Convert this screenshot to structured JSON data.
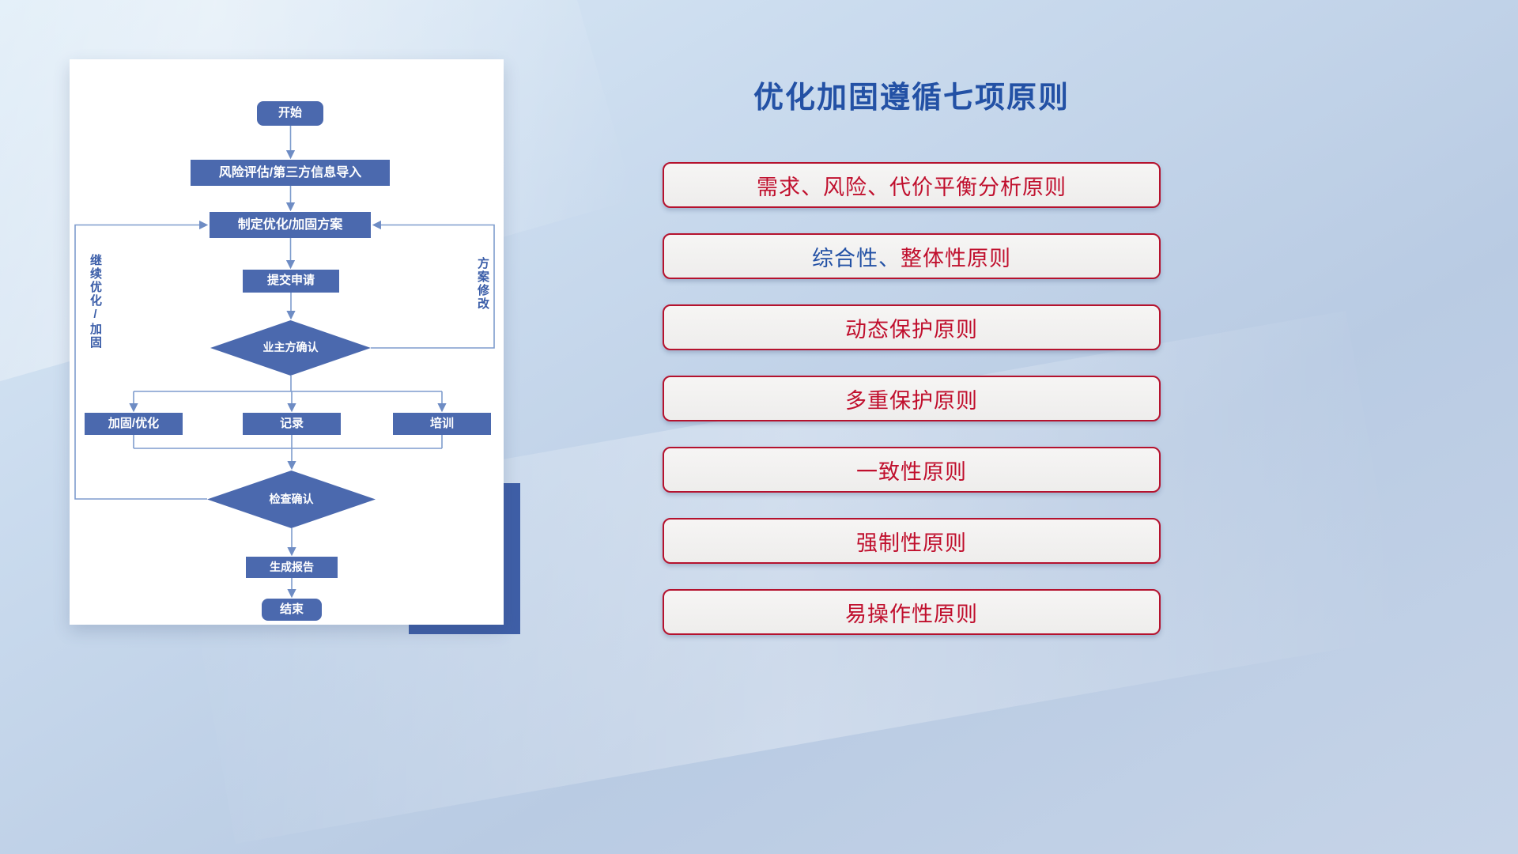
{
  "flowchart_panel": {
    "nodes": {
      "start": "开始",
      "risk_import": "风险评估/第三方信息导入",
      "make_plan": "制定优化/加固方案",
      "submit_request": "提交申请",
      "owner_confirm": "业主方确认",
      "harden_optimize": "加固/优化",
      "record": "记录",
      "training": "培训",
      "check_confirm": "检查确认",
      "generate_report": "生成报告",
      "end": "结束"
    },
    "loop_labels": {
      "left": "继续优化/加固",
      "right": "方案修改"
    },
    "colors": {
      "node_fill": "#4b69ae",
      "connector": "#7e9ccd",
      "accent_block": "#3f5fa7",
      "card_background": "#ffffff"
    }
  },
  "principles_panel": {
    "title": "优化加固遵循七项原则",
    "items": [
      {
        "blue": "",
        "red": "需求、风险、代价平衡分析原则"
      },
      {
        "blue": "综合性、",
        "red": "整体性原则"
      },
      {
        "blue": "",
        "red": "动态保护原则"
      },
      {
        "blue": "",
        "red": "多重保护原则"
      },
      {
        "blue": "",
        "red": "一致性原则"
      },
      {
        "blue": "",
        "red": "强制性原则"
      },
      {
        "blue": "",
        "red": "易操作性原则"
      }
    ],
    "colors": {
      "title_blue": "#2351a5",
      "text_red": "#c00f2d",
      "text_blue": "#2351a5",
      "row_border": "#b5122e",
      "row_background": "#f2f1f0"
    }
  }
}
